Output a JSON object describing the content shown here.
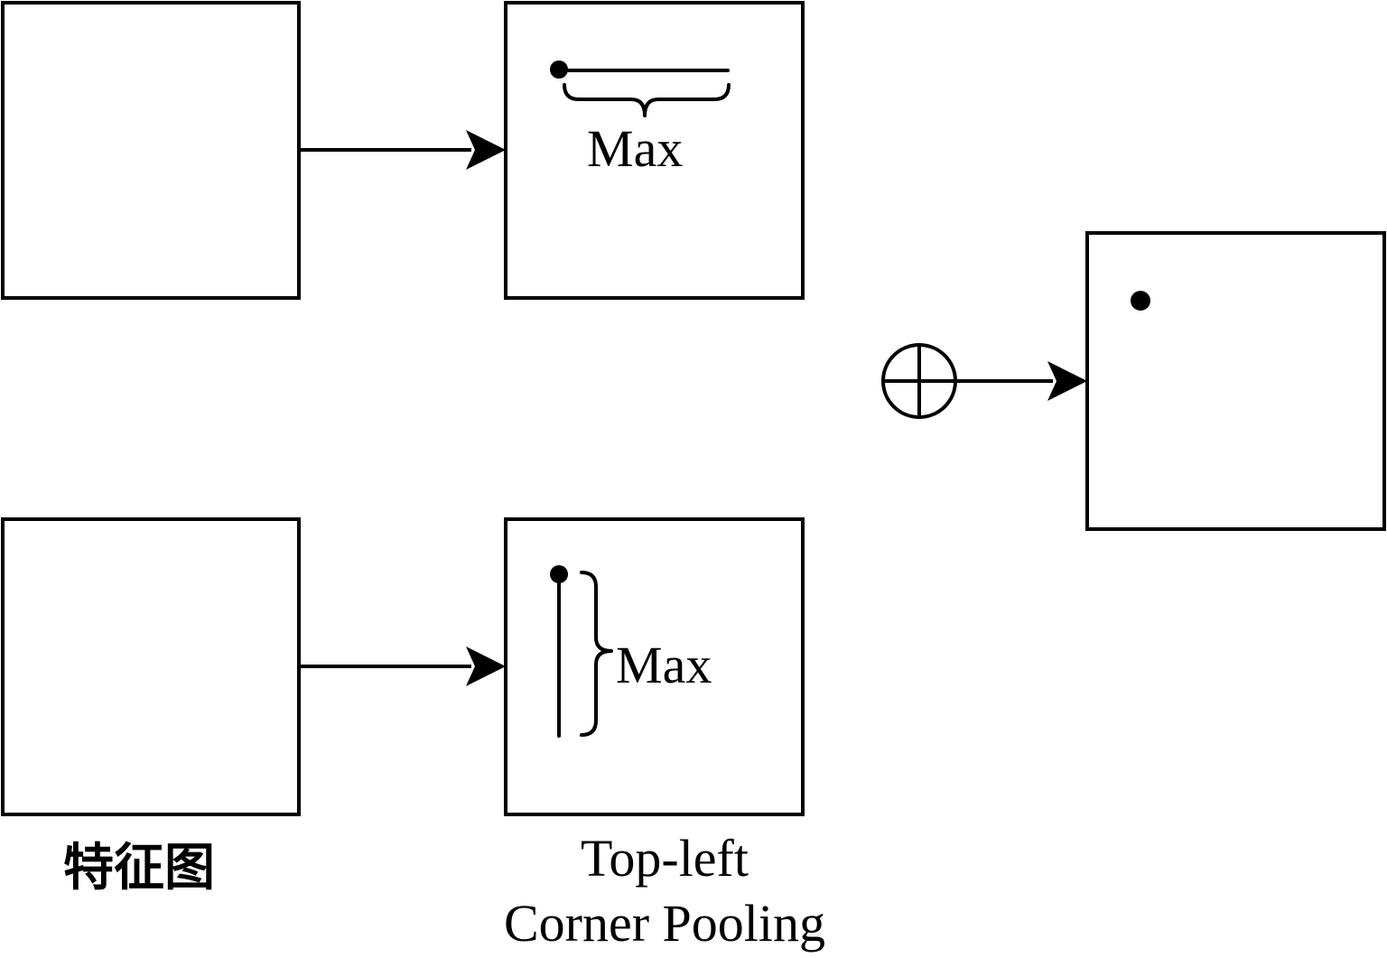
{
  "diagram": {
    "horizontal_pool_label": "Max",
    "vertical_pool_label": "Max",
    "feature_map_caption": "特征图",
    "pooling_caption_line1": "Top-left",
    "pooling_caption_line2": "Corner Pooling"
  },
  "colors": {
    "stroke": "#000000",
    "background": "#ffffff"
  },
  "icons": {
    "sum_operator": "circle-plus-icon"
  }
}
